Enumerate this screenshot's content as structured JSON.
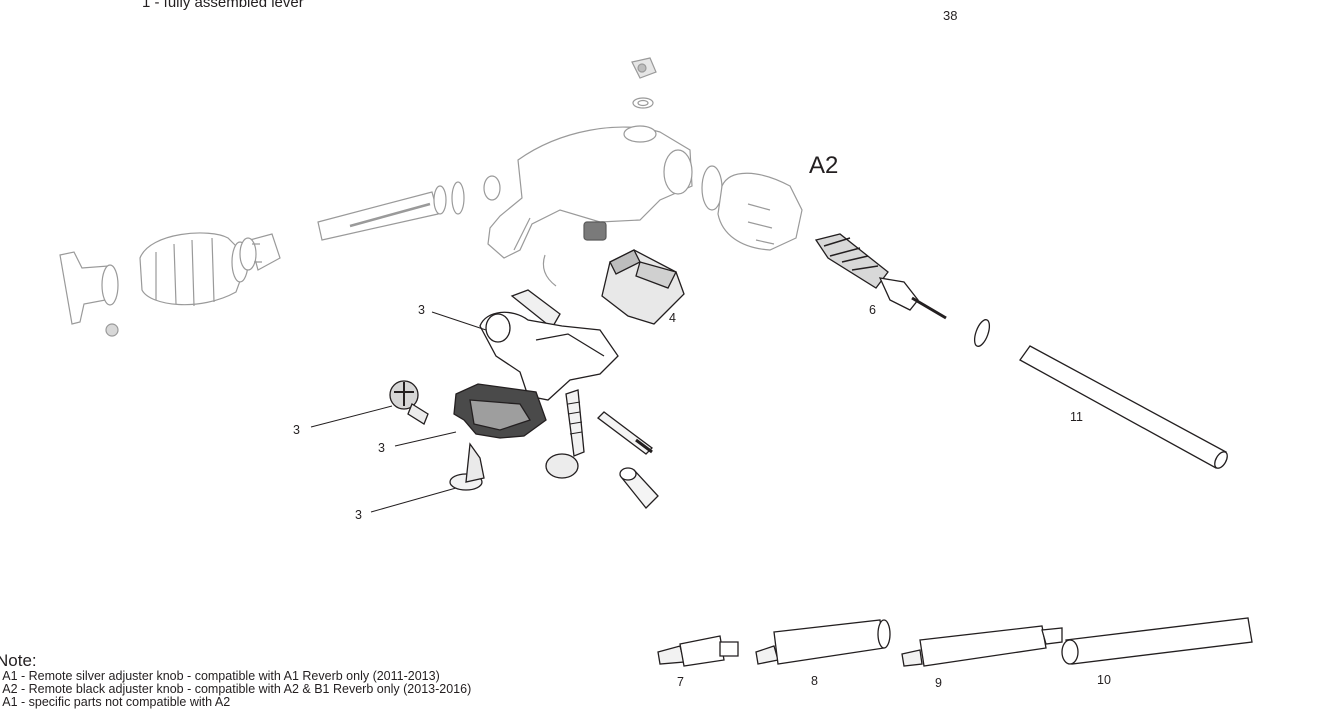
{
  "header": {
    "text": "1 - fully assembled lever",
    "page_number": "38"
  },
  "assembly_label": "A2",
  "callouts": [
    "3",
    "4",
    "6",
    "11",
    "3",
    "3",
    "3",
    "7",
    "8",
    "9",
    "10"
  ],
  "notes": {
    "title": "Note:",
    "lines": [
      ". A1 - Remote silver adjuster knob - compatible with A1 Reverb only (2011-2013)",
      ". A2 - Remote black adjuster knob - compatible with A2 & B1 Reverb only (2013-2016)",
      ". A1 - specific parts not compatible with A2"
    ]
  }
}
